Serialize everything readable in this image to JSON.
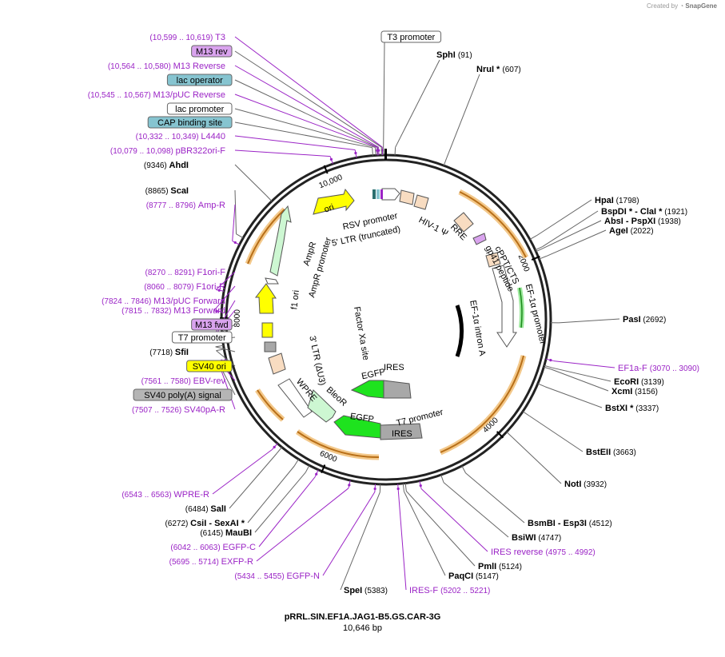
{
  "created_by": {
    "prefix": "Created by",
    "brand": "SnapGene"
  },
  "plasmid": {
    "name": "pRRL.SIN.EF1A.JAG1-B5.GS.CAR-3G",
    "size_label": "10,646 bp",
    "length": 10646
  },
  "colors": {
    "primer": "#9b24c6",
    "ori": "#ffff00",
    "ampr": "#cdf7d2",
    "egfp": "#1ee31e",
    "ires": "#a8a8a8",
    "ltr": "#f8dcc1",
    "promoter": "#ffffff",
    "misc": "#f0c080",
    "purple_box": "#d9a3ee",
    "blue_box": "#86c4d0",
    "yellow_box": "#ffff00",
    "gray_box": "#b5b5b5"
  },
  "ticks": [
    {
      "pos": 2000,
      "label": "2000"
    },
    {
      "pos": 4000,
      "label": "4000"
    },
    {
      "pos": 6000,
      "label": "6000"
    },
    {
      "pos": 8000,
      "label": "8000"
    },
    {
      "pos": 10000,
      "label": "10,000"
    }
  ],
  "left_labels": [
    {
      "type": "primer",
      "pos": "(10,599 .. 10,619)",
      "name": "T3"
    },
    {
      "type": "box",
      "style": "purple",
      "name": "M13 rev"
    },
    {
      "type": "primer",
      "pos": "(10,564 .. 10,580)",
      "name": "M13 Reverse"
    },
    {
      "type": "box",
      "style": "blue",
      "name": "lac operator"
    },
    {
      "type": "primer",
      "pos": "(10,545 .. 10,567)",
      "name": "M13/pUC Reverse"
    },
    {
      "type": "box",
      "style": "white",
      "name": "lac promoter"
    },
    {
      "type": "box",
      "style": "blue",
      "name": "CAP binding site"
    },
    {
      "type": "primer",
      "pos": "(10,332 .. 10,349)",
      "name": "L4440"
    },
    {
      "type": "primer",
      "pos": "(10,079 .. 10,098)",
      "name": "pBR322ori-F"
    },
    {
      "type": "enzyme",
      "pos": "(9346)",
      "name": "AhdI"
    },
    {
      "type": "enzyme",
      "pos": "(8865)",
      "name": "ScaI"
    },
    {
      "type": "primer",
      "pos": "(8777 .. 8796)",
      "name": "Amp-R"
    },
    {
      "type": "primer",
      "pos": "(8270 .. 8291)",
      "name": "F1ori-F"
    },
    {
      "type": "primer",
      "pos": "(8060 .. 8079)",
      "name": "F1ori-R"
    },
    {
      "type": "primer",
      "pos": "(7824 .. 7846)",
      "name": "M13/pUC Forward"
    },
    {
      "type": "primer",
      "pos": "(7815 .. 7832)",
      "name": "M13 Forward"
    },
    {
      "type": "box",
      "style": "purple",
      "name": "M13 fwd"
    },
    {
      "type": "box",
      "style": "white",
      "name": "T7 promoter"
    },
    {
      "type": "enzyme",
      "pos": "(7718)",
      "name": "SfiI"
    },
    {
      "type": "box",
      "style": "yellow",
      "name": "SV40 ori"
    },
    {
      "type": "primer",
      "pos": "(7561 .. 7580)",
      "name": "EBV-rev"
    },
    {
      "type": "box",
      "style": "gray",
      "name": "SV40 poly(A) signal"
    },
    {
      "type": "primer",
      "pos": "(7507 .. 7526)",
      "name": "SV40pA-R"
    }
  ],
  "top_labels": [
    {
      "type": "box",
      "style": "white",
      "name": "T3 promoter"
    },
    {
      "type": "enzyme",
      "name": "SphI",
      "pos": "(91)"
    },
    {
      "type": "enzyme",
      "name": "NruI *",
      "pos": "(607)"
    }
  ],
  "right_labels": [
    {
      "type": "enzyme",
      "name": "HpaI",
      "pos": "(1798)"
    },
    {
      "type": "enzyme",
      "name": "BspDI *",
      "name2": "ClaI *",
      "pos": "(1921)"
    },
    {
      "type": "enzyme",
      "name": "AbsI",
      "name2": "PspXI",
      "pos": "(1938)"
    },
    {
      "type": "enzyme",
      "name": "AgeI",
      "pos": "(2022)"
    },
    {
      "type": "enzyme",
      "name": "PasI",
      "pos": "(2692)"
    },
    {
      "type": "primer",
      "name": "EF1a-F",
      "pos": "(3070 .. 3090)"
    },
    {
      "type": "enzyme",
      "name": "EcoRI",
      "pos": "(3139)"
    },
    {
      "type": "enzyme",
      "name": "XcmI",
      "pos": "(3156)"
    },
    {
      "type": "enzyme",
      "name": "BstXI *",
      "pos": "(3337)"
    },
    {
      "type": "enzyme",
      "name": "BstEII",
      "pos": "(3663)"
    },
    {
      "type": "enzyme",
      "name": "NotI",
      "pos": "(3932)"
    },
    {
      "type": "enzyme",
      "name": "BsmBI",
      "name2": "Esp3I",
      "pos": "(4512)"
    },
    {
      "type": "enzyme",
      "name": "BsiWI",
      "pos": "(4747)"
    },
    {
      "type": "primer",
      "name": "IRES reverse",
      "pos": "(4975 .. 4992)"
    },
    {
      "type": "enzyme",
      "name": "PmlI",
      "pos": "(5124)"
    },
    {
      "type": "enzyme",
      "name": "PaqCI",
      "pos": "(5147)"
    },
    {
      "type": "primer",
      "name": "IRES-F",
      "pos": "(5202 .. 5221)"
    },
    {
      "type": "enzyme",
      "name": "SpeI",
      "pos": "(5383)"
    }
  ],
  "bottom_left_labels": [
    {
      "type": "primer",
      "pos": "(6543 .. 6563)",
      "name": "WPRE-R"
    },
    {
      "type": "enzyme",
      "pos": "(6484)",
      "name": "SalI"
    },
    {
      "type": "enzyme",
      "pos": "(6272)",
      "name": "CsiI",
      "name2": "SexAI *"
    },
    {
      "type": "enzyme",
      "pos": "(6145)",
      "name": "MauBI"
    },
    {
      "type": "primer",
      "pos": "(6042 .. 6063)",
      "name": "EGFP-C"
    },
    {
      "type": "primer",
      "pos": "(5695 .. 5714)",
      "name": "EXFP-R"
    },
    {
      "type": "primer",
      "pos": "(5434 .. 5455)",
      "name": "EGFP-N"
    }
  ],
  "features": {
    "rsv_promoter": "RSV promoter",
    "ltr5": "5' LTR (truncated)",
    "hiv_psi": "HIV-1 Ψ",
    "rre": "RRE",
    "cppt": "cPPT/CTS",
    "gp41": "gp41 peptide",
    "ef1a_promoter": "EF-1α promoter",
    "ef1a_intron": "EF-1α intron A",
    "ori": "ori",
    "ampr": "AmpR",
    "ampr_promoter": "AmpR promoter",
    "f1ori": "f1 ori",
    "factor_xa": "Factor Xa site",
    "ltr3": "3' LTR (ΔU3)",
    "wpre": "WPRE",
    "bleor": "BleoR",
    "egfp_outer": "EGFP",
    "t7_promoter": "T7 promoter",
    "ires_outer": "IRES",
    "egfp_inner": "EGFP",
    "ires_inner": "IRES"
  }
}
